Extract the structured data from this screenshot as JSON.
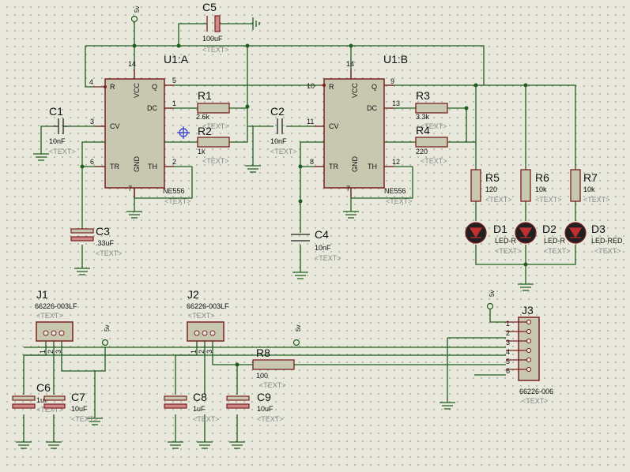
{
  "power_label": "5v",
  "text_placeholder": "<TEXT>",
  "chips": [
    {
      "ref": "U1:A",
      "part": "NE556",
      "pins": {
        "r": "4",
        "vcc": "14",
        "q": "5",
        "dc": "1",
        "cv": "3",
        "tr": "6",
        "gnd": "7",
        "th": "2"
      }
    },
    {
      "ref": "U1:B",
      "part": "NE556",
      "pins": {
        "r": "10",
        "vcc": "14",
        "q": "9",
        "dc": "13",
        "cv": "11",
        "tr": "8",
        "gnd": "7",
        "th": "12"
      }
    }
  ],
  "chip_pin_names": {
    "r": "R",
    "vcc": "VCC",
    "q": "Q",
    "dc": "DC",
    "cv": "CV",
    "tr": "TR",
    "gnd": "GND",
    "th": "TH"
  },
  "resistors": [
    {
      "ref": "R1",
      "value": "2.6k"
    },
    {
      "ref": "R2",
      "value": "1k"
    },
    {
      "ref": "R3",
      "value": "3.3k"
    },
    {
      "ref": "R4",
      "value": "220"
    },
    {
      "ref": "R5",
      "value": "120"
    },
    {
      "ref": "R6",
      "value": "10k"
    },
    {
      "ref": "R7",
      "value": "10k"
    },
    {
      "ref": "R8",
      "value": "100"
    }
  ],
  "capacitors": [
    {
      "ref": "C1",
      "value": "10nF"
    },
    {
      "ref": "C2",
      "value": "10nF"
    },
    {
      "ref": "C3",
      "value": ".33uF"
    },
    {
      "ref": "C4",
      "value": "10nF"
    },
    {
      "ref": "C5",
      "value": "100uF"
    },
    {
      "ref": "C6",
      "value": "1uF"
    },
    {
      "ref": "C7",
      "value": "10uF"
    },
    {
      "ref": "C8",
      "value": "1uF"
    },
    {
      "ref": "C9",
      "value": "10uF"
    }
  ],
  "leds": [
    {
      "ref": "D1",
      "value": "LED-R"
    },
    {
      "ref": "D2",
      "value": "LED-R"
    },
    {
      "ref": "D3",
      "value": "LED-RED"
    }
  ],
  "connectors": [
    {
      "ref": "J1",
      "part": "66226-003LF",
      "pins": [
        "1",
        "2",
        "3"
      ]
    },
    {
      "ref": "J2",
      "part": "66226-003LF",
      "pins": [
        "1",
        "2",
        "3"
      ]
    },
    {
      "ref": "J3",
      "part": "66226-006",
      "pins": [
        "1",
        "2",
        "3",
        "4",
        "5",
        "6"
      ]
    }
  ]
}
